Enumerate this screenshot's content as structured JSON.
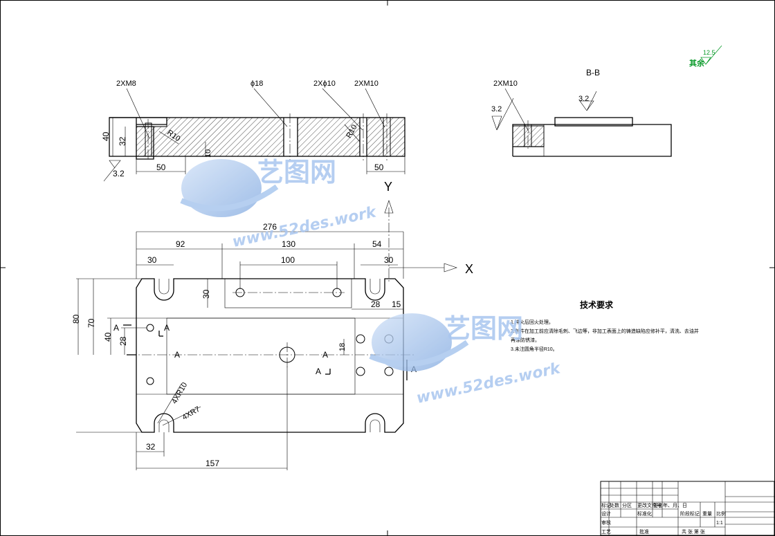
{
  "top_view": {
    "label_2xm8": "2XM8",
    "label_phi18": "ϕ18",
    "label_2xphi10": "2Xϕ10",
    "label_2xm10": "2XM10",
    "dim_40": "40",
    "dim_32": "32",
    "dim_10": "10",
    "dim_r10": "R10",
    "dim_r10b": "R10",
    "dim_50_left": "50",
    "dim_50_right": "50",
    "rough_3_2": "3.2"
  },
  "section_bb": {
    "title": "B-B",
    "label_2xm10": "2XM10",
    "rough_left": "3.2",
    "rough_top": "3.2"
  },
  "roughness_other": {
    "label": "其余",
    "value": "12.5"
  },
  "plan_view": {
    "dim_276": "276",
    "dim_92": "92",
    "dim_130": "130",
    "dim_54": "54",
    "dim_30_top_left": "30",
    "dim_100": "100",
    "dim_30_top_right": "30",
    "dim_30_vert": "30",
    "dim_28_right": "28",
    "dim_15": "15",
    "dim_80": "80",
    "dim_70": "70",
    "dim_40": "40",
    "dim_28": "28",
    "dim_18": "18",
    "dim_4xr10": "4XR10",
    "dim_4xr7": "4XR7",
    "dim_32": "32",
    "dim_157": "157",
    "sec_a1": "A",
    "sec_a2": "A",
    "sec_a3": "A",
    "sec_a4": "A",
    "sec_a5": "A",
    "sec_a6": "A",
    "axis_x": "X",
    "axis_y": "Y"
  },
  "tech_req": {
    "title": "技术要求",
    "items": [
      "1.淬火后回火处理。",
      "2.制件在加工前应清除毛刺、飞边等，非加工表面上的铸造缺陷应修补平，清洗、去油并",
      "   再涂防锈漆。",
      "3.未注圆角半径R10。"
    ]
  },
  "watermark": {
    "brand": "艺图网",
    "url": "www.52des.work"
  },
  "title_block": {
    "row_labels": [
      "标记",
      "处数",
      "分区",
      "更改文件号",
      "签名",
      "年、月、日"
    ],
    "design": "设计",
    "standard": "标准化",
    "stage": "阶段标记",
    "weight": "重量",
    "scale_label": "比例",
    "scale": "1:1",
    "review": "审核",
    "process": "工艺",
    "approve": "批准",
    "sheets": "共  张  第  张"
  }
}
